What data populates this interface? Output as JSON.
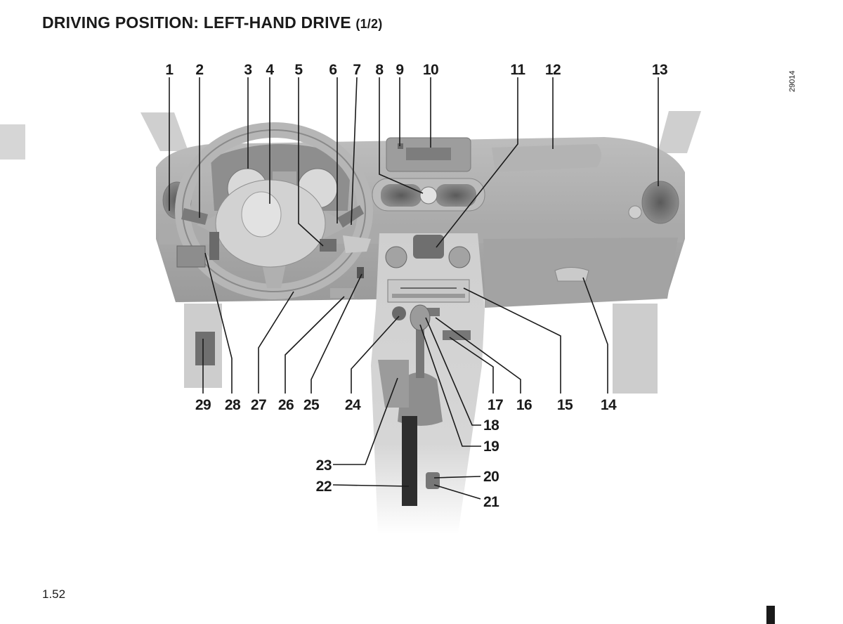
{
  "page": {
    "title": "DRIVING POSITION: LEFT-HAND DRIVE",
    "title_suffix": "(1/2)",
    "page_number": "1.52",
    "figure_reference": "29014"
  },
  "callouts": {
    "c1": "1",
    "c2": "2",
    "c3": "3",
    "c4": "4",
    "c5": "5",
    "c6": "6",
    "c7": "7",
    "c8": "8",
    "c9": "9",
    "c10": "10",
    "c11": "11",
    "c12": "12",
    "c13": "13",
    "c14": "14",
    "c15": "15",
    "c16": "16",
    "c17": "17",
    "c18": "18",
    "c19": "19",
    "c20": "20",
    "c21": "21",
    "c22": "22",
    "c23": "23",
    "c24": "24",
    "c25": "25",
    "c26": "26",
    "c27": "27",
    "c28": "28",
    "c29": "29"
  }
}
